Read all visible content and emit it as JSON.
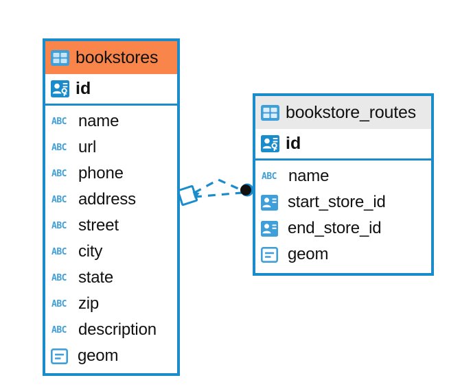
{
  "diagram": {
    "type": "entity-relationship-diagram",
    "background": "#ffffff",
    "accent_blue": "#1a8ccc",
    "icon_blue": "#3f9fd8",
    "header_orange": "#f9854a",
    "header_gray": "#e9e9e9",
    "text_color": "#111111"
  },
  "entities": [
    {
      "name": "bookstores",
      "header_color": "#f9854a",
      "selected": true,
      "primary_key": {
        "label": "id",
        "icon": "primary-key-icon"
      },
      "fields": [
        {
          "label": "name",
          "icon": "text-abc-icon",
          "icon_text": "ABC"
        },
        {
          "label": "url",
          "icon": "text-abc-icon",
          "icon_text": "ABC"
        },
        {
          "label": "phone",
          "icon": "text-abc-icon",
          "icon_text": "ABC"
        },
        {
          "label": "address",
          "icon": "text-abc-icon",
          "icon_text": "ABC"
        },
        {
          "label": "street",
          "icon": "text-abc-icon",
          "icon_text": "ABC"
        },
        {
          "label": "city",
          "icon": "text-abc-icon",
          "icon_text": "ABC"
        },
        {
          "label": "state",
          "icon": "text-abc-icon",
          "icon_text": "ABC"
        },
        {
          "label": "zip",
          "icon": "text-abc-icon",
          "icon_text": "ABC"
        },
        {
          "label": "description",
          "icon": "text-abc-icon",
          "icon_text": "ABC"
        },
        {
          "label": "geom",
          "icon": "geometry-icon",
          "icon_text": ""
        }
      ]
    },
    {
      "name": "bookstore_routes",
      "header_color": "#e9e9e9",
      "selected": false,
      "primary_key": {
        "label": "id",
        "icon": "primary-key-icon"
      },
      "fields": [
        {
          "label": "name",
          "icon": "text-abc-icon",
          "icon_text": "ABC"
        },
        {
          "label": "start_store_id",
          "icon": "foreign-key-icon",
          "icon_text": ""
        },
        {
          "label": "end_store_id",
          "icon": "foreign-key-icon",
          "icon_text": ""
        },
        {
          "label": "geom",
          "icon": "geometry-icon",
          "icon_text": ""
        }
      ]
    }
  ],
  "relationship": {
    "style": "dashed",
    "color": "#1a8ccc",
    "source_endpoint": "diamond-endpoint",
    "target_endpoint": "filled-circle-endpoint",
    "from_entity": "bookstores",
    "to_entity": "bookstore_routes"
  }
}
